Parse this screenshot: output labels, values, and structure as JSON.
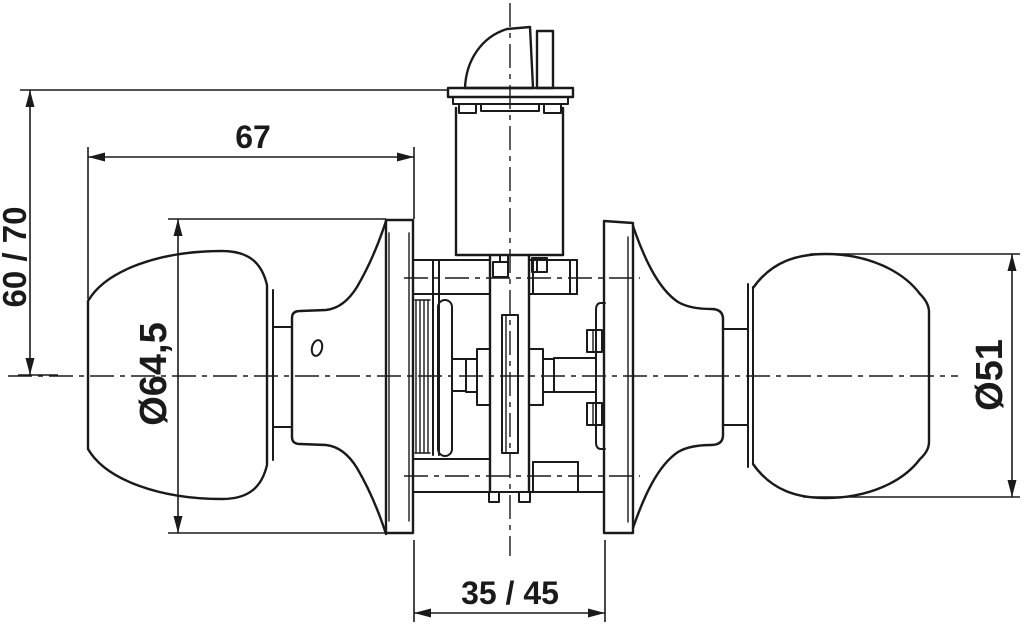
{
  "drawing": {
    "background": "#ffffff",
    "line_color": "#1a1a1a",
    "dimensions": {
      "knob_face_width": "67",
      "center_to_cylinder_top": "60 / 70",
      "left_rose_diameter": "Ø64,5",
      "right_knob_diameter": "Ø51",
      "backset": "35 / 45"
    }
  }
}
